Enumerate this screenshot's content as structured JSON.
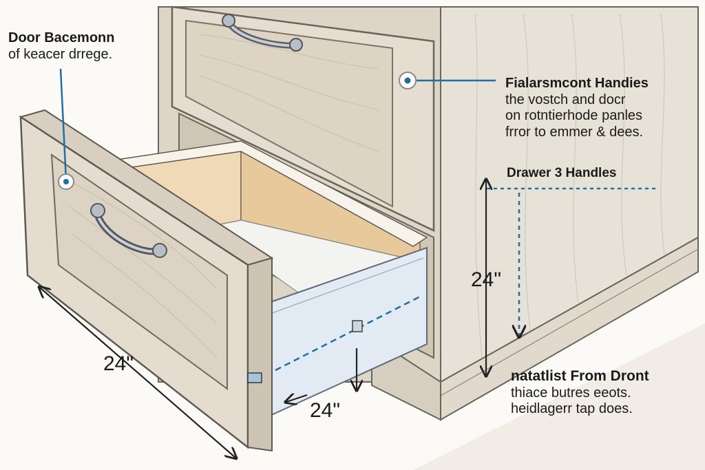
{
  "callouts": {
    "door": {
      "title": "Door Bacemonn",
      "lines": [
        "of keacer drrege."
      ]
    },
    "handles": {
      "title": "Fialarsmcont Handies",
      "lines": [
        "the vostch and docr",
        "on rotntierhode panles",
        "frror to emmer & dees."
      ]
    },
    "drawer3": {
      "title": "Drawer 3 Handles"
    },
    "install": {
      "title": "natatlist From Dront",
      "lines": [
        "thiace butres eeots.",
        "heidlagerr tap does."
      ]
    }
  },
  "dimensions": {
    "left": "24\"",
    "bottom": "24\"",
    "right": "24\""
  },
  "colors": {
    "wood_light": "#e6e0d4",
    "wood_mid": "#d8d0c2",
    "drawer_inside": "#ecd3ae",
    "slide": "#dfe9f3",
    "accent": "#1f6fa5",
    "line": "#3a3a3a"
  }
}
